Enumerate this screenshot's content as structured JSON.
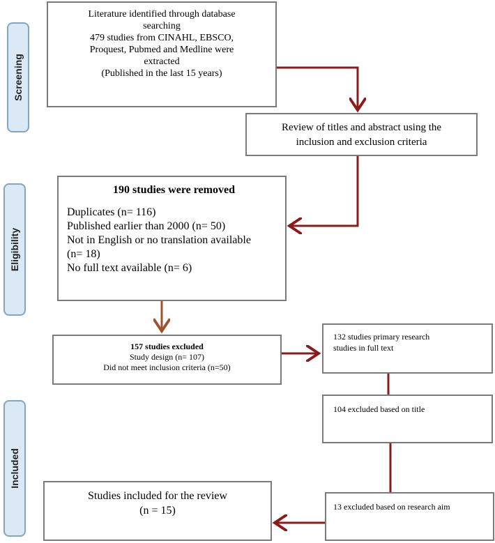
{
  "stages": {
    "screening": "Screening",
    "eligibility": "Eligibility",
    "included": "Included"
  },
  "boxes": {
    "identified": {
      "lines": [
        "Literature identified through database",
        "searching",
        "479 studies from CINAHL, EBSCO,",
        "Proquest, Pubmed and Medline were",
        "extracted",
        "(Published in the last 15 years)"
      ]
    },
    "review": {
      "lines": [
        "Review of titles and abstract using the",
        "inclusion and exclusion criteria"
      ]
    },
    "removed": {
      "title": "190 studies were removed",
      "lines": [
        "Duplicates (n= 116)",
        "Published earlier than 2000 (n= 50)",
        "Not in English or no translation available",
        "(n= 18)",
        "No full text available (n= 6)"
      ]
    },
    "excluded157": {
      "title": "157 studies excluded",
      "lines": [
        "Study design (n= 107)",
        "Did not meet inclusion criteria (n=50)"
      ]
    },
    "primary132": {
      "lines": [
        "132 studies primary research",
        "studies in full text"
      ]
    },
    "title104": {
      "lines": [
        "104 excluded based on title"
      ]
    },
    "aim13": {
      "lines": [
        "13 excluded based on research aim"
      ]
    },
    "included": {
      "lines": [
        "Studies included for the review",
        "(n = 15)"
      ]
    }
  },
  "colors": {
    "arrow_dark": "#8b1a1a",
    "arrow_brown": "#a0522d",
    "box_border": "#7a7a7a",
    "stage_fill": "#dbe9f6",
    "stage_border": "#7ea6c6"
  }
}
